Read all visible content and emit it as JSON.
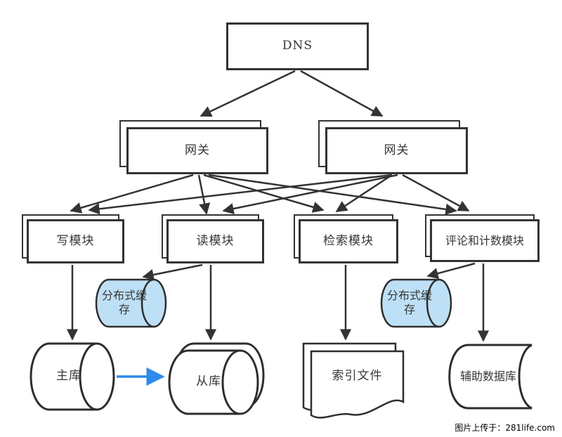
{
  "diagram": {
    "nodes": {
      "dns": {
        "label": "DNS",
        "type": "box"
      },
      "gateway_left": {
        "label": "网关",
        "type": "stacked-box"
      },
      "gateway_right": {
        "label": "网关",
        "type": "stacked-box"
      },
      "write_module": {
        "label": "写模块",
        "type": "stacked-box"
      },
      "read_module": {
        "label": "读模块",
        "type": "stacked-box"
      },
      "search_module": {
        "label": "检索模块",
        "type": "stacked-box"
      },
      "comment_count_module": {
        "label": "评论和计数模块",
        "type": "stacked-box"
      },
      "cache_left": {
        "label": "分布式缓存",
        "type": "cylinder",
        "fill": "#BEE0F6"
      },
      "cache_right": {
        "label": "分布式缓存",
        "type": "cylinder",
        "fill": "#BEE0F6"
      },
      "master_db": {
        "label": "主库",
        "type": "cylinder",
        "fill": "#FFFFFF"
      },
      "slave_db": {
        "label": "从库",
        "type": "stacked-cylinder",
        "fill": "#FFFFFF"
      },
      "index_file": {
        "label": "索引文件",
        "type": "stacked-document",
        "fill": "#FFFFFF"
      },
      "aux_db": {
        "label": "辅助数据库",
        "type": "stored-data",
        "fill": "#FFFFFF"
      }
    },
    "edges": [
      {
        "from": "dns",
        "to": "gateway_left",
        "color": "#333333"
      },
      {
        "from": "dns",
        "to": "gateway_right",
        "color": "#333333"
      },
      {
        "from": "gateway_left",
        "to": "write_module",
        "color": "#333333"
      },
      {
        "from": "gateway_left",
        "to": "read_module",
        "color": "#333333"
      },
      {
        "from": "gateway_left",
        "to": "search_module",
        "color": "#333333"
      },
      {
        "from": "gateway_left",
        "to": "comment_count_module",
        "color": "#333333"
      },
      {
        "from": "gateway_right",
        "to": "write_module",
        "color": "#333333"
      },
      {
        "from": "gateway_right",
        "to": "read_module",
        "color": "#333333"
      },
      {
        "from": "gateway_right",
        "to": "search_module",
        "color": "#333333"
      },
      {
        "from": "gateway_right",
        "to": "comment_count_module",
        "color": "#333333"
      },
      {
        "from": "write_module",
        "to": "master_db",
        "color": "#333333"
      },
      {
        "from": "read_module",
        "to": "cache_left",
        "color": "#333333"
      },
      {
        "from": "read_module",
        "to": "slave_db",
        "color": "#333333"
      },
      {
        "from": "search_module",
        "to": "index_file",
        "color": "#333333"
      },
      {
        "from": "comment_count_module",
        "to": "cache_right",
        "color": "#333333"
      },
      {
        "from": "comment_count_module",
        "to": "aux_db",
        "color": "#333333"
      },
      {
        "from": "master_db",
        "to": "slave_db",
        "color": "#2E8BEA"
      }
    ],
    "colors": {
      "line": "#333333",
      "blue_arrow": "#2E8BEA",
      "cache_fill": "#BEE0F6",
      "shape_fill": "#FFFFFF"
    }
  },
  "watermark": {
    "text": "图片上传于：281life.com"
  }
}
